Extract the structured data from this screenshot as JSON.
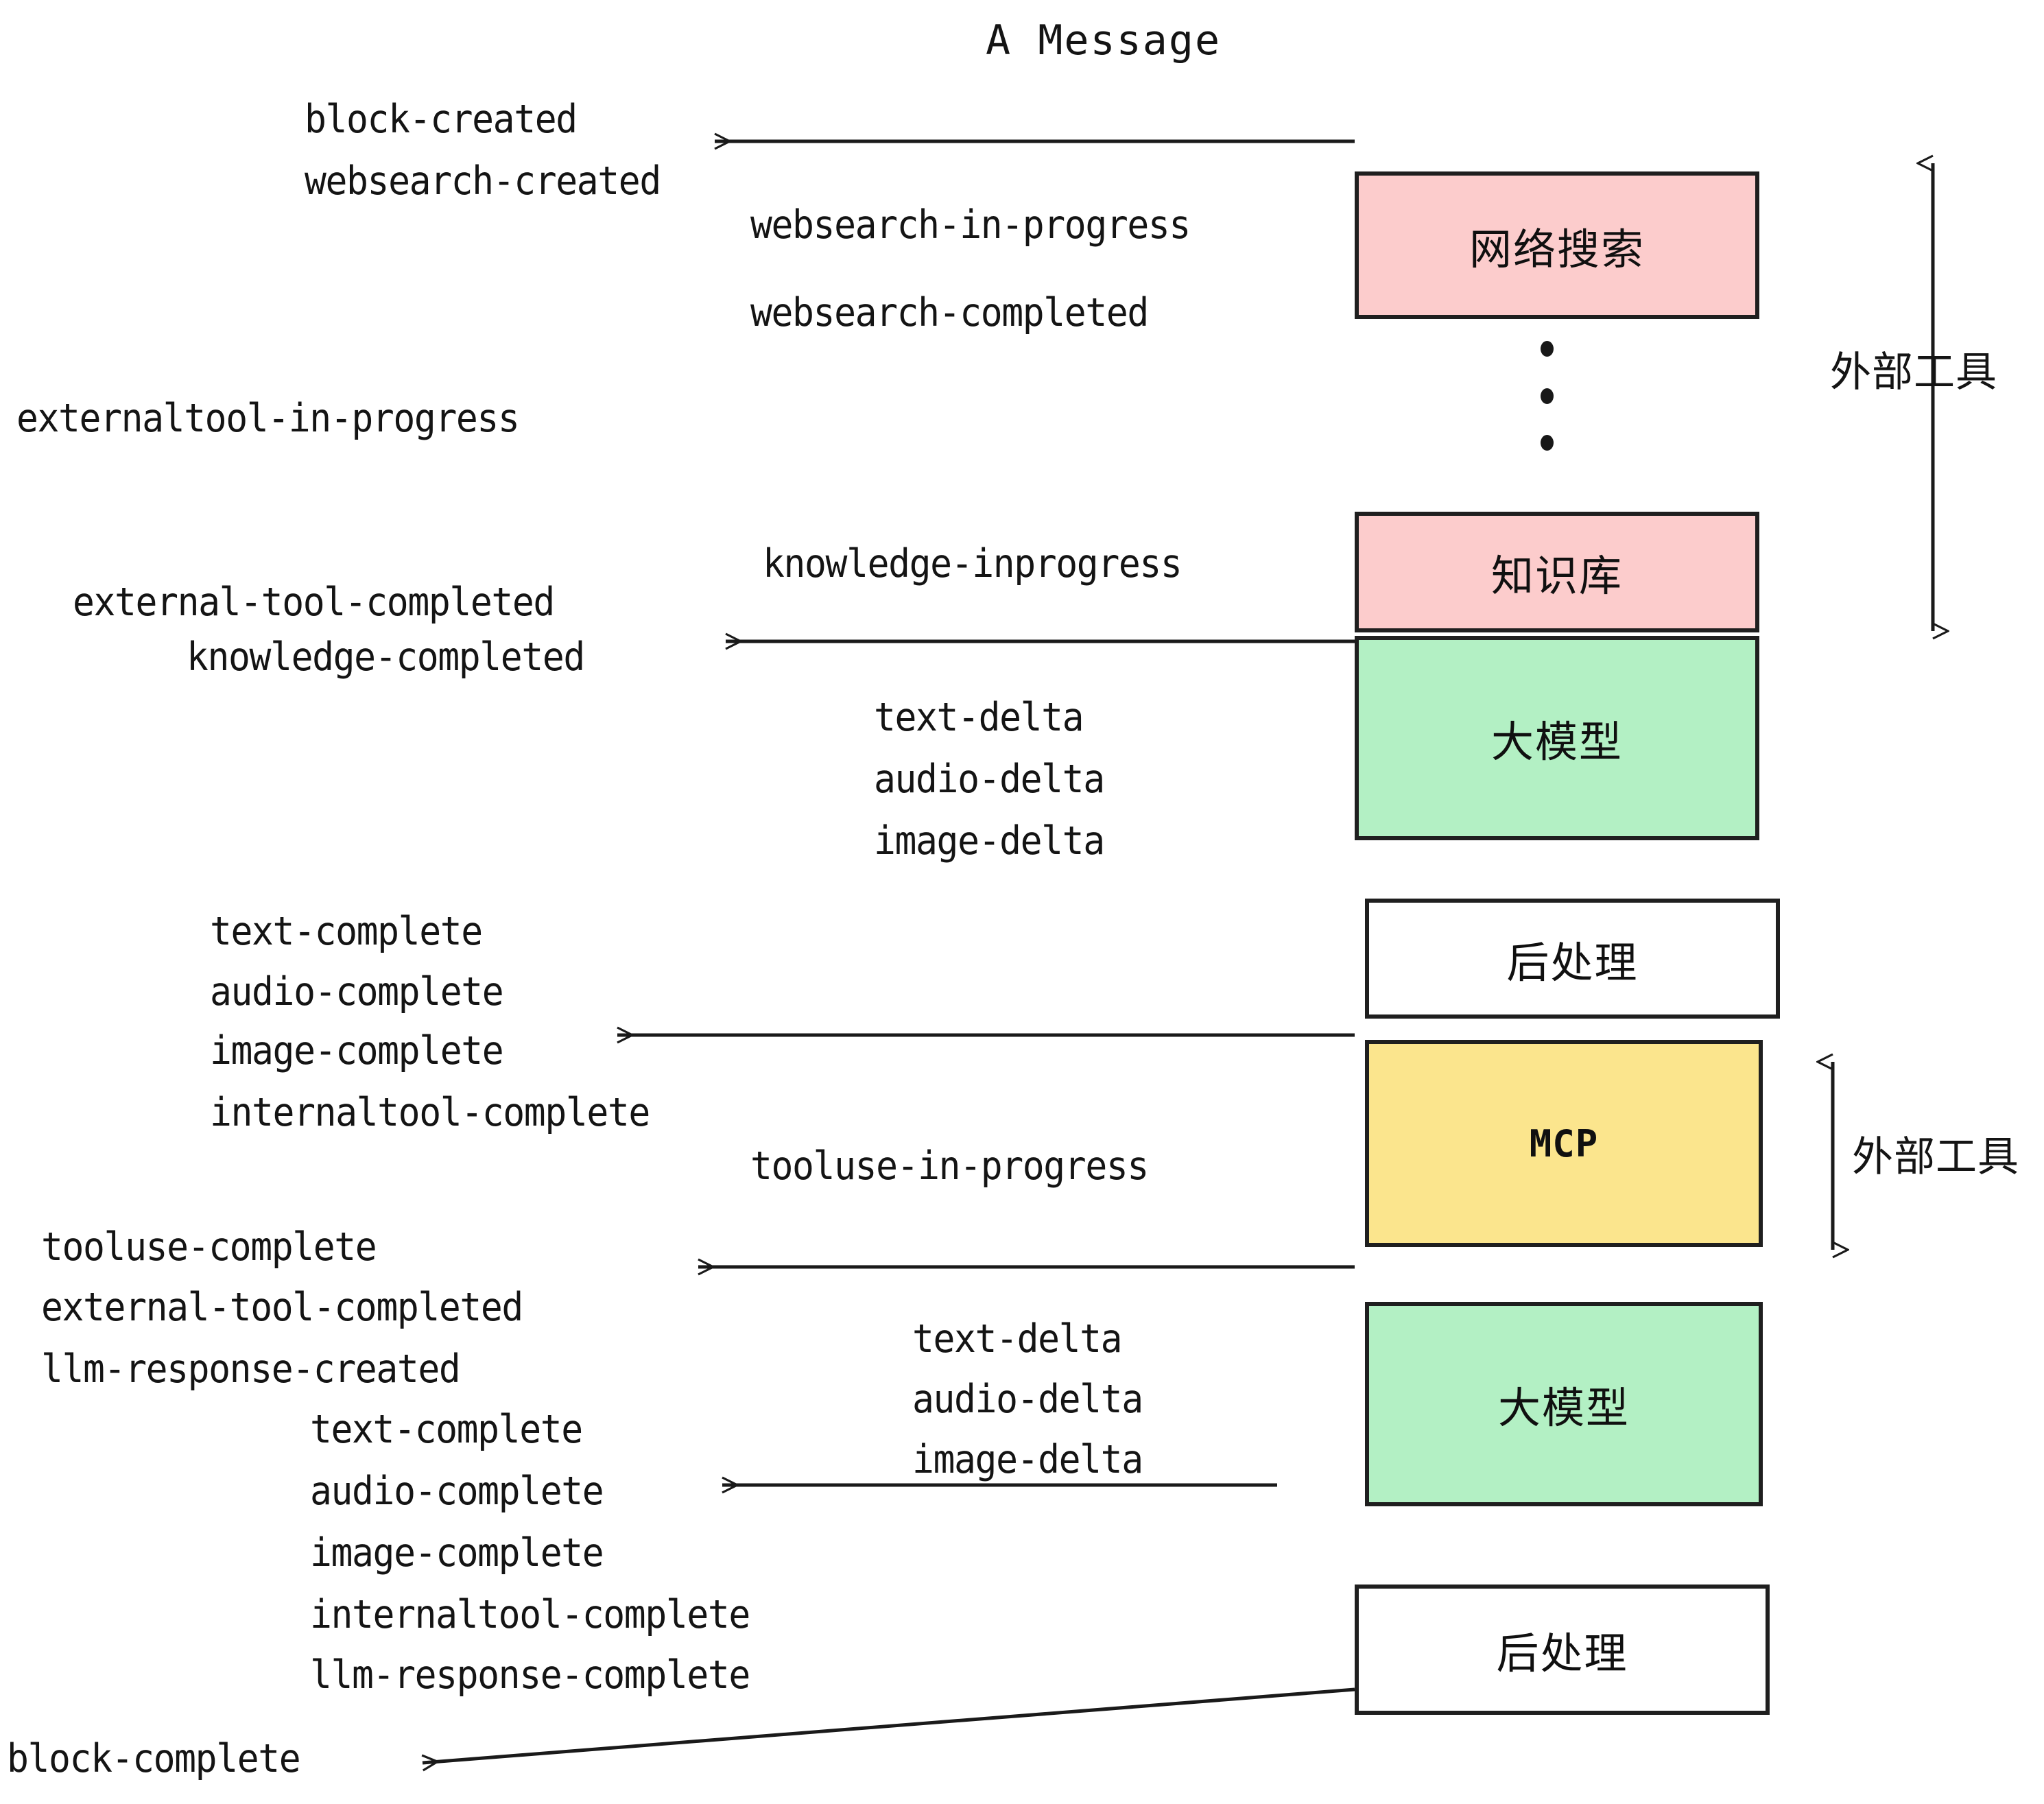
{
  "title": "A Message",
  "colors": {
    "pink": "#fccccc",
    "green": "#b3f0c4",
    "yellow": "#fbe58d",
    "white": "#ffffff",
    "stroke": "#1f1f1f",
    "text": "#141414"
  },
  "nodes": [
    {
      "id": "websearch",
      "label": "网络搜索",
      "fill": "pink"
    },
    {
      "id": "knowledge",
      "label": "知识库",
      "fill": "pink"
    },
    {
      "id": "llm-top",
      "label": "大模型",
      "fill": "green"
    },
    {
      "id": "postprocess-top",
      "label": "后处理",
      "fill": "white"
    },
    {
      "id": "mcp",
      "label": "MCP",
      "fill": "yellow"
    },
    {
      "id": "llm-bottom",
      "label": "大模型",
      "fill": "green"
    },
    {
      "id": "postprocess-bottom",
      "label": "后处理",
      "fill": "white"
    }
  ],
  "side_labels": [
    {
      "id": "external-tools-top",
      "label": "外部工具"
    },
    {
      "id": "external-tools-bottom",
      "label": "外部工具"
    }
  ],
  "events": {
    "block_created": "block-created",
    "websearch_created": "websearch-created",
    "websearch_in_progress": "websearch-in-progress",
    "websearch_completed": "websearch-completed",
    "externaltool_in_progress": "externaltool-in-progress",
    "knowledge_inprogress": "knowledge-inprogress",
    "external_tool_completed_1": "external-tool-completed",
    "knowledge_completed": "knowledge-completed",
    "text_delta_1": "text-delta",
    "audio_delta_1": "audio-delta",
    "image_delta_1": "image-delta",
    "text_complete_1": "text-complete",
    "audio_complete_1": "audio-complete",
    "image_complete_1": "image-complete",
    "internaltool_complete_1": "internaltool-complete",
    "tooluse_in_progress": "tooluse-in-progress",
    "tooluse_complete": "tooluse-complete",
    "external_tool_completed_2": "external-tool-completed",
    "llm_response_created": "llm-response-created",
    "text_delta_2": "text-delta",
    "audio_delta_2": "audio-delta",
    "image_delta_2": "image-delta",
    "text_complete_2": "text-complete",
    "audio_complete_2": "audio-complete",
    "image_complete_2": "image-complete",
    "internaltool_complete_2": "internaltool-complete",
    "llm_response_complete": "llm-response-complete",
    "block_complete": "block-complete"
  }
}
